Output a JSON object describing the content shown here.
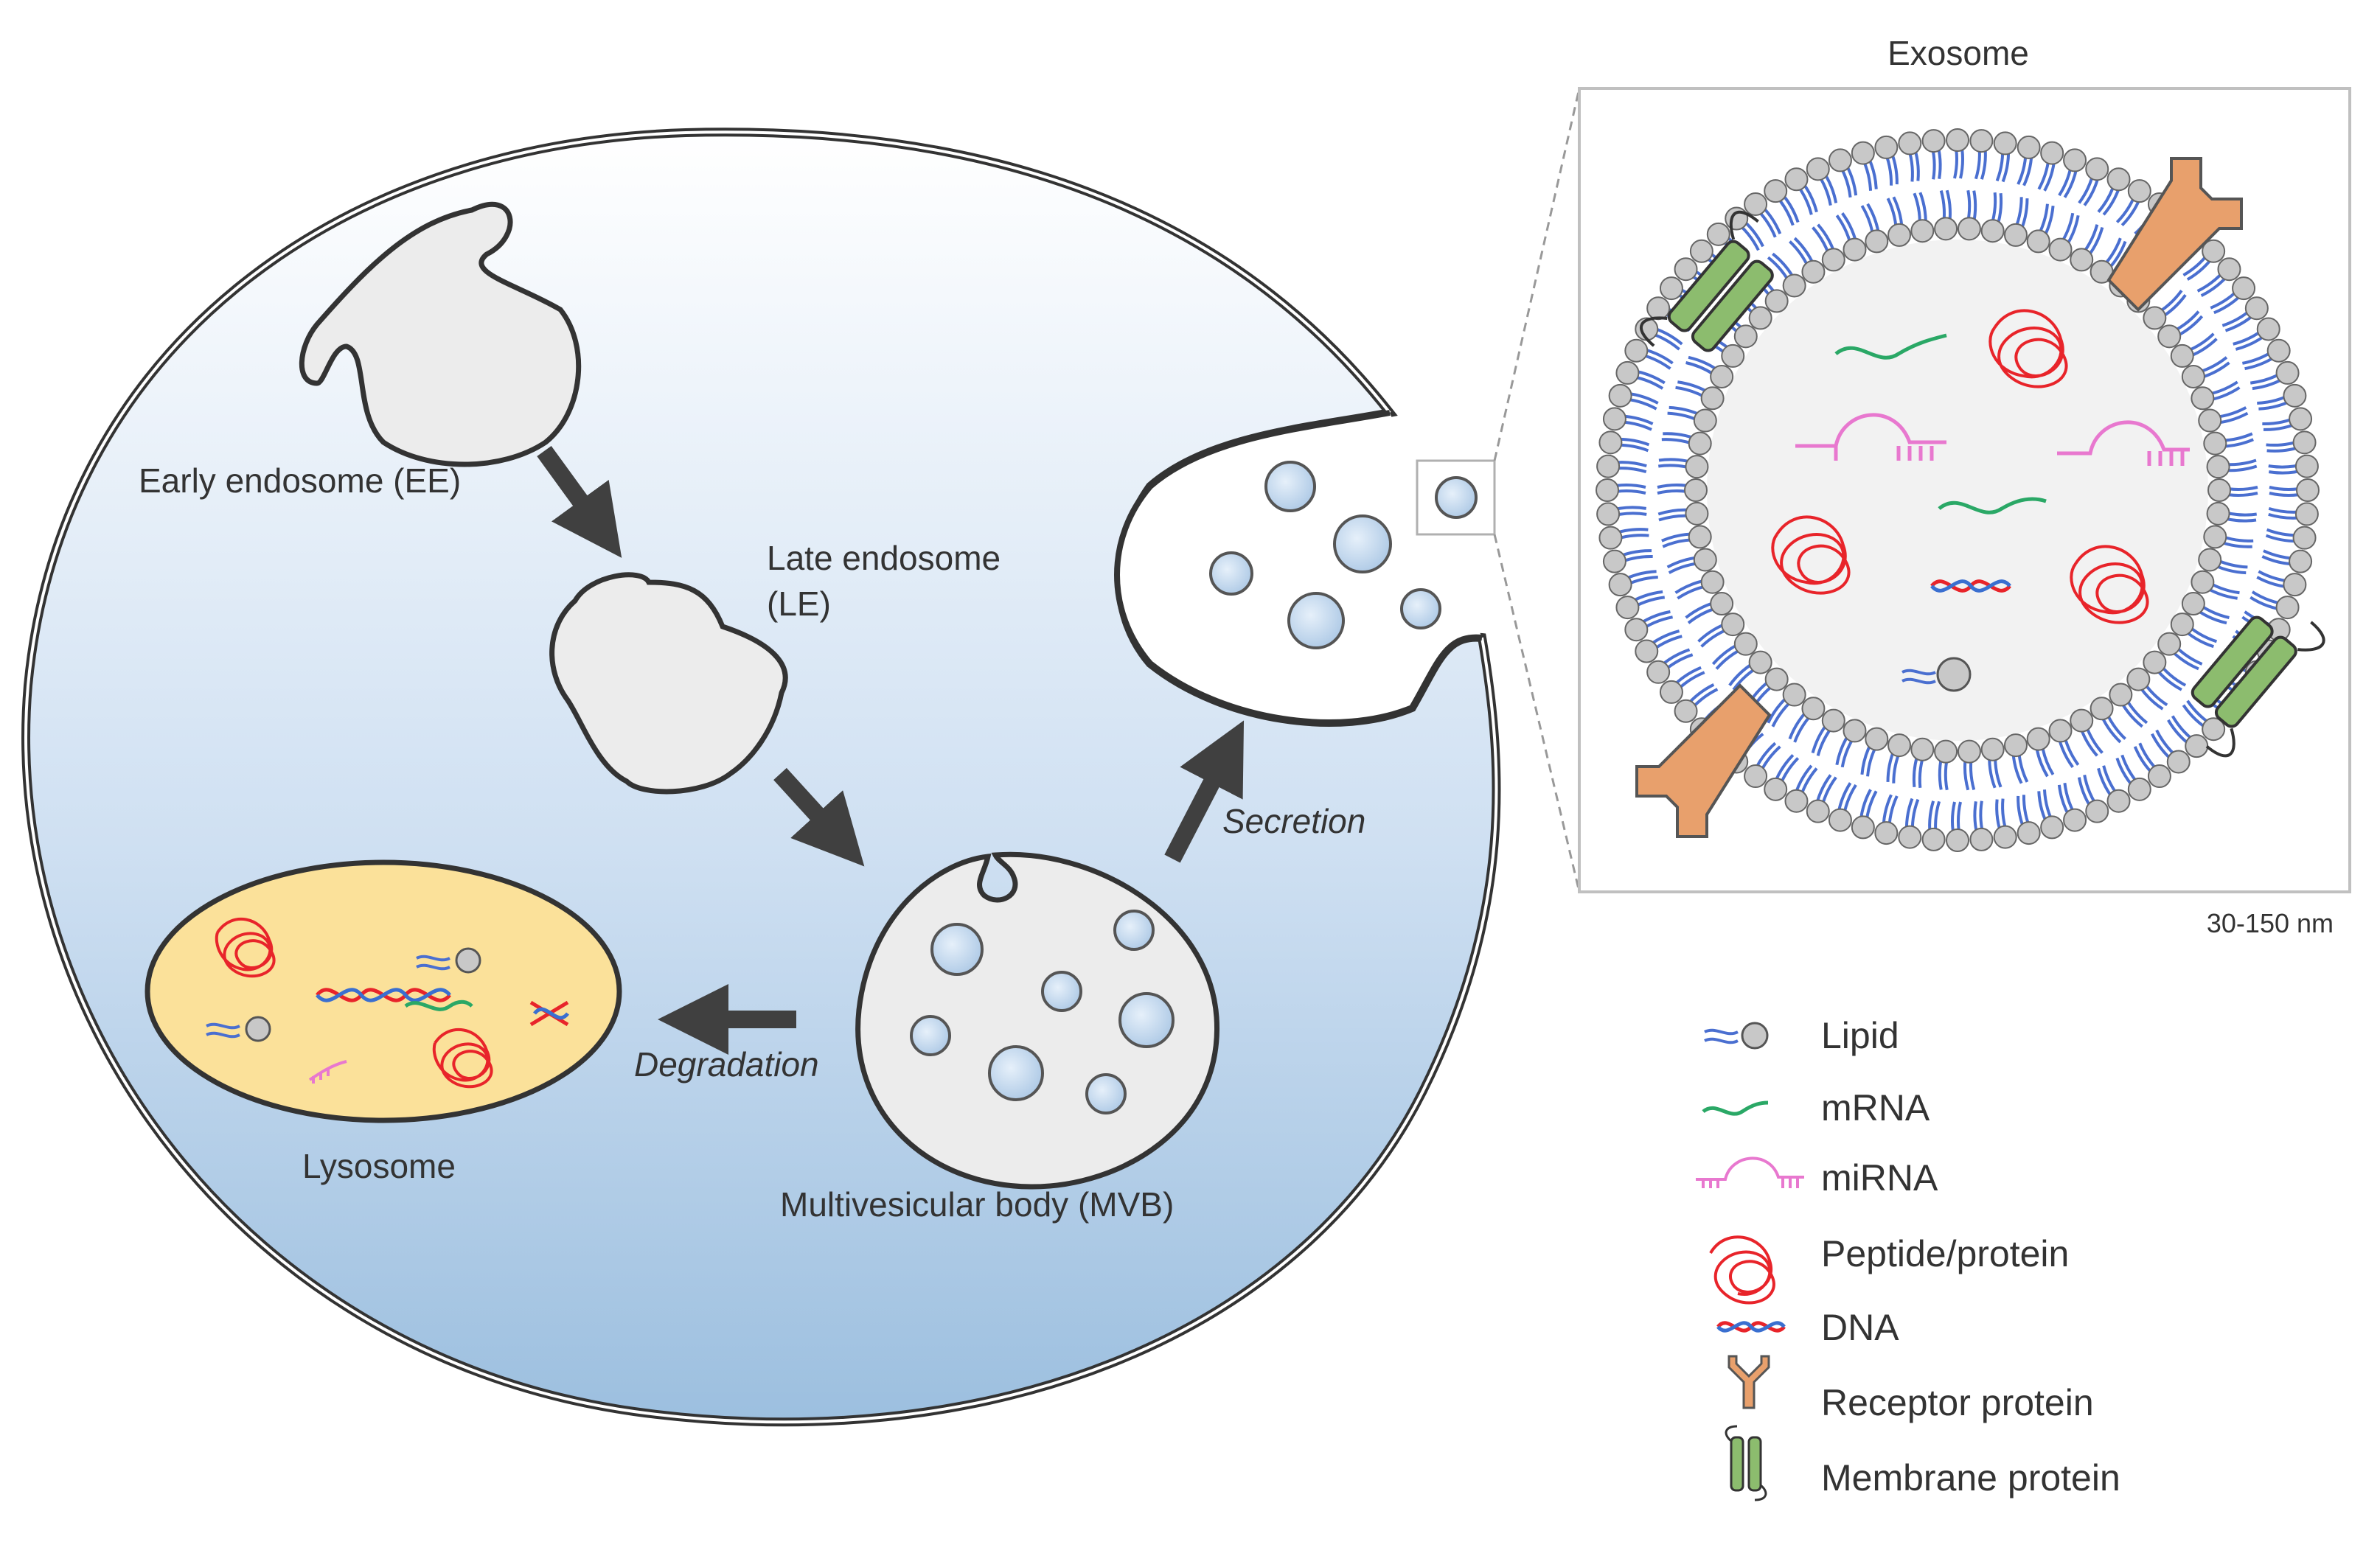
{
  "figure": {
    "exosome_title": "Exosome",
    "scale": "30-150 nm",
    "labels": {
      "early_endosome": "Early endosome (EE)",
      "late_endosome_line1": "Late endosome",
      "late_endosome_line2": "(LE)",
      "mvb": "Multivesicular body (MVB)",
      "lysosome": "Lysosome",
      "secretion": "Secretion",
      "degradation": "Degradation"
    }
  },
  "legend": {
    "items": [
      {
        "label": "Lipid",
        "icon": "lipid-icon"
      },
      {
        "label": "mRNA",
        "icon": "mrna-icon"
      },
      {
        "label": "miRNA",
        "icon": "mirna-icon"
      },
      {
        "label": "Peptide/protein",
        "icon": "protein-icon"
      },
      {
        "label": "DNA",
        "icon": "dna-icon"
      },
      {
        "label": "Receptor protein",
        "icon": "receptor-icon"
      },
      {
        "label": "Membrane protein",
        "icon": "membrane-protein-icon"
      }
    ]
  },
  "colors": {
    "cell_fill_top": "#ffffff",
    "cell_fill_bottom": "#9dc0e0",
    "lysosome": "#fbe19a",
    "vesicle": "#c8dcf0",
    "organelle": "#ececec",
    "lipid_tail": "#4a6fd0",
    "lipid_head": "#c8c8c8",
    "mrna": "#2aa866",
    "mirna": "#e878cf",
    "protein": "#e8242a",
    "receptor": "#e89e64",
    "membrane_protein": "#8cbc6e",
    "arrow": "#404040"
  }
}
